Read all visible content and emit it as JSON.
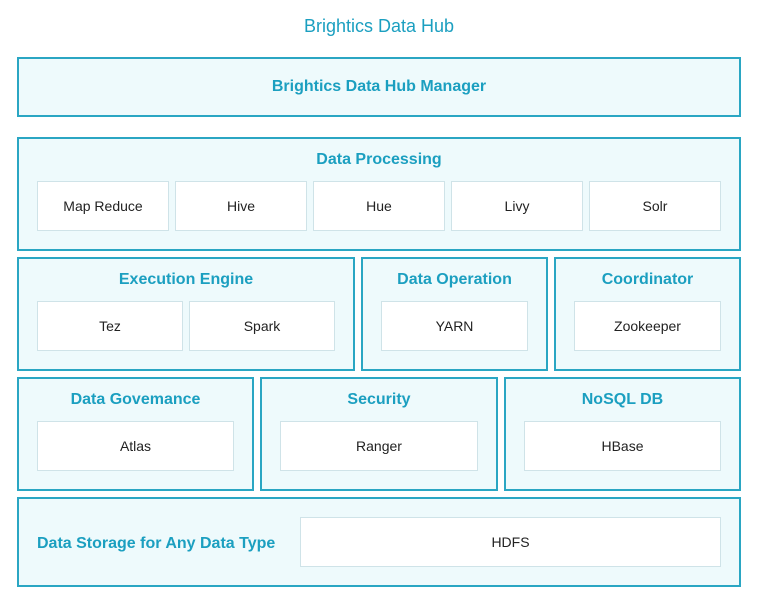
{
  "title": "Brightics Data Hub",
  "manager": {
    "label": "Brightics Data Hub Manager"
  },
  "processing": {
    "title": "Data Processing",
    "items": [
      "Map Reduce",
      "Hive",
      "Hue",
      "Livy",
      "Solr"
    ]
  },
  "execution": {
    "title": "Execution Engine",
    "items": [
      "Tez",
      "Spark"
    ]
  },
  "operation": {
    "title": "Data Operation",
    "items": [
      "YARN"
    ]
  },
  "coordinator": {
    "title": "Coordinator",
    "items": [
      "Zookeeper"
    ]
  },
  "governance": {
    "title": "Data Govemance",
    "items": [
      "Atlas"
    ]
  },
  "security": {
    "title": "Security",
    "items": [
      "Ranger"
    ]
  },
  "nosql": {
    "title": "NoSQL DB",
    "items": [
      "HBase"
    ]
  },
  "storage": {
    "label": "Data Storage for Any Data Type",
    "items": [
      "HDFS"
    ]
  },
  "colors": {
    "accent": "#1b9fc0",
    "border": "#2aa6c3",
    "panel_bg": "#eefafc"
  }
}
